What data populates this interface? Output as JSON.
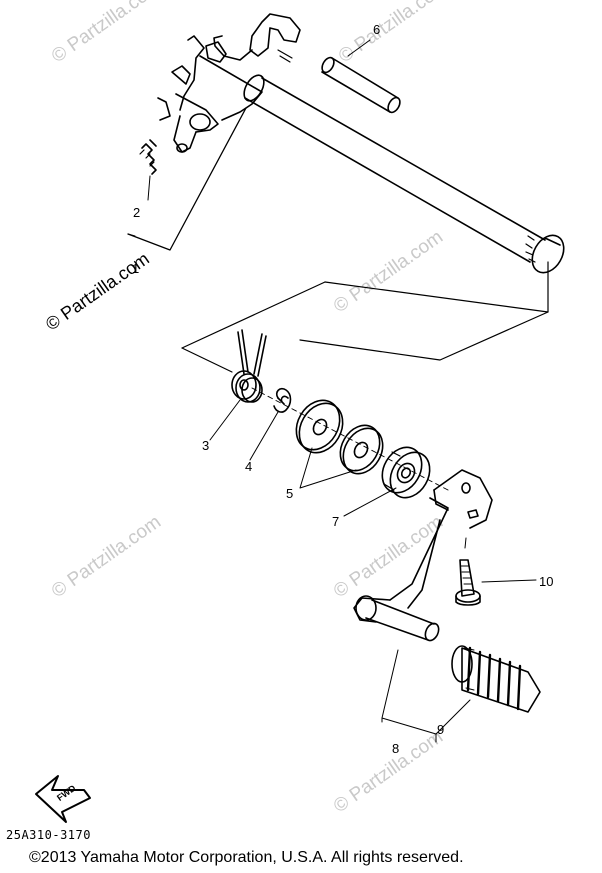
{
  "watermark_text": "© Partzilla.com",
  "callouts": {
    "c1": "1",
    "c2": "2",
    "c3": "3",
    "c4": "4",
    "c5": "5",
    "c6": "6",
    "c7": "7",
    "c8": "8",
    "c9": "9",
    "c10": "10"
  },
  "fwd_label": "FWD",
  "diagram_code": "25A310-3170",
  "copyright": "©2013 Yamaha Motor Corporation, U.S.A. All rights reserved.",
  "colors": {
    "line": "#000000",
    "watermark": "#c9c9c9",
    "background": "#ffffff"
  }
}
